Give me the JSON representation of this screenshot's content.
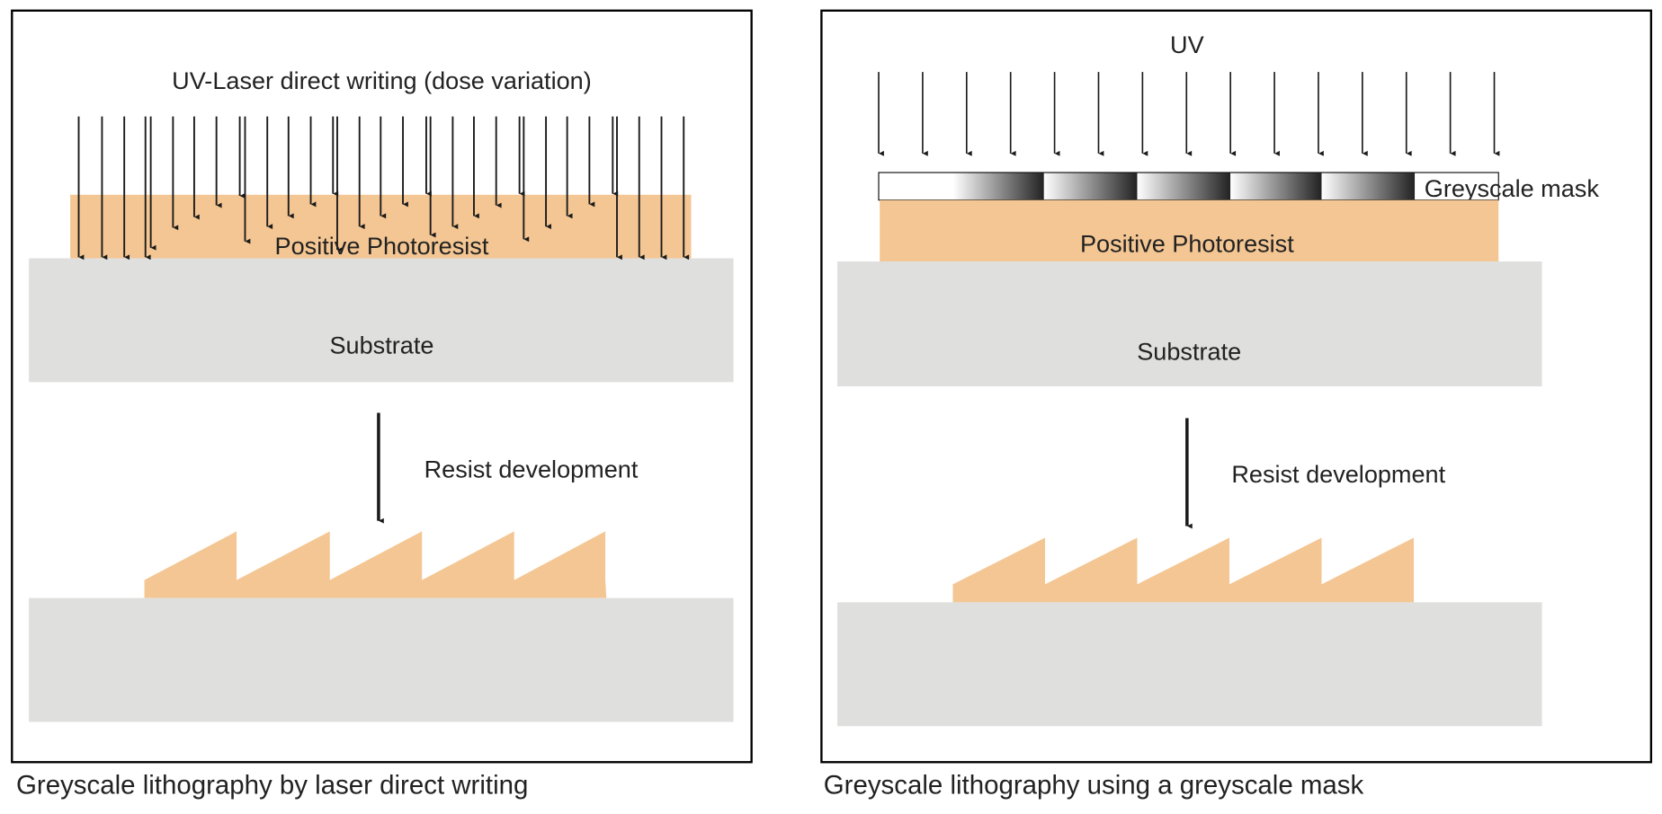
{
  "left_panel": {
    "title": "UV-Laser direct writing (dose variation)",
    "resist_label": "Positive Photoresist",
    "substrate_label": "Substrate",
    "step_label": "Resist development",
    "caption": "Greyscale lithography by laser direct writing"
  },
  "right_panel": {
    "title": "UV",
    "mask_label": "Greyscale mask",
    "resist_label": "Positive Photoresist",
    "substrate_label": "Substrate",
    "step_label": "Resist development",
    "caption": "Greyscale lithography using a greyscale mask"
  },
  "colors": {
    "resist": "#F4C693",
    "substrate": "#DFDFDE",
    "arrow": "#1a1a1a",
    "frame": "#000000"
  }
}
